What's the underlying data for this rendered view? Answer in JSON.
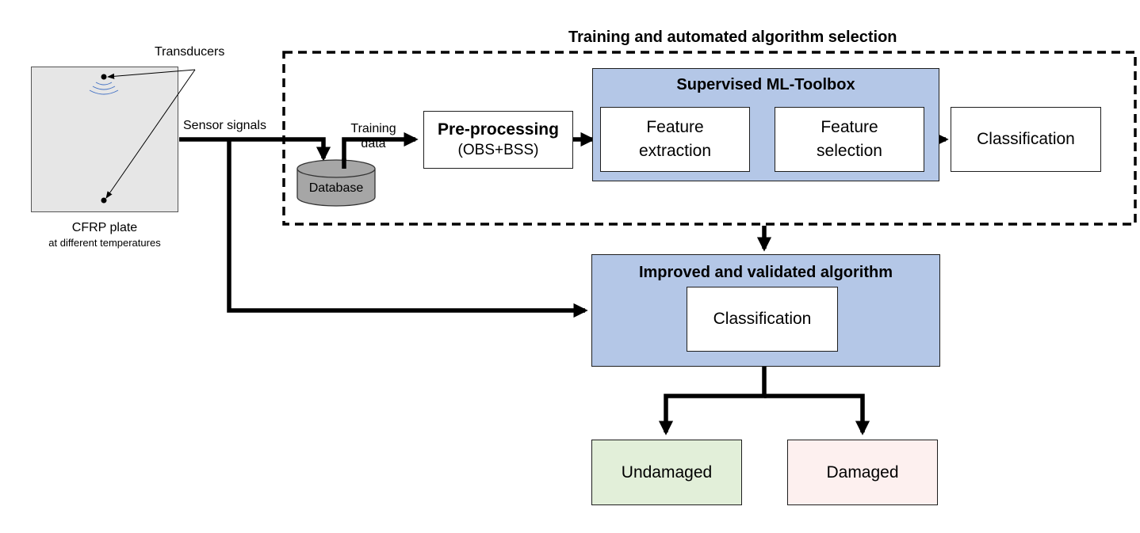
{
  "transducers_label": "Transducers",
  "plate": {
    "name": "CFRP plate",
    "note": "at different temperatures"
  },
  "sensor_signals_label": "Sensor signals",
  "training_data_label": [
    "Training",
    "data"
  ],
  "database_label": "Database",
  "training_section": {
    "title": "Training and automated algorithm selection"
  },
  "preprocessing": {
    "title": "Pre-processing",
    "subtitle": "(OBS+BSS)"
  },
  "toolbox": {
    "title": "Supervised ML-Toolbox",
    "feature_extraction": [
      "Feature",
      "extraction"
    ],
    "feature_selection": [
      "Feature",
      "selection"
    ]
  },
  "classification_label": "Classification",
  "improved": {
    "title": "Improved and validated algorithm",
    "classification": "Classification"
  },
  "outcomes": {
    "undamaged": "Undamaged",
    "damaged": "Damaged"
  },
  "colors": {
    "toolbox_fill": "#b4c7e7",
    "plate_fill": "#e6e6e6",
    "database_fill": "#a6a6a6",
    "undamaged_fill": "#e2efd9",
    "damaged_fill": "#fdf0ef",
    "wave_color": "#4472c4"
  }
}
